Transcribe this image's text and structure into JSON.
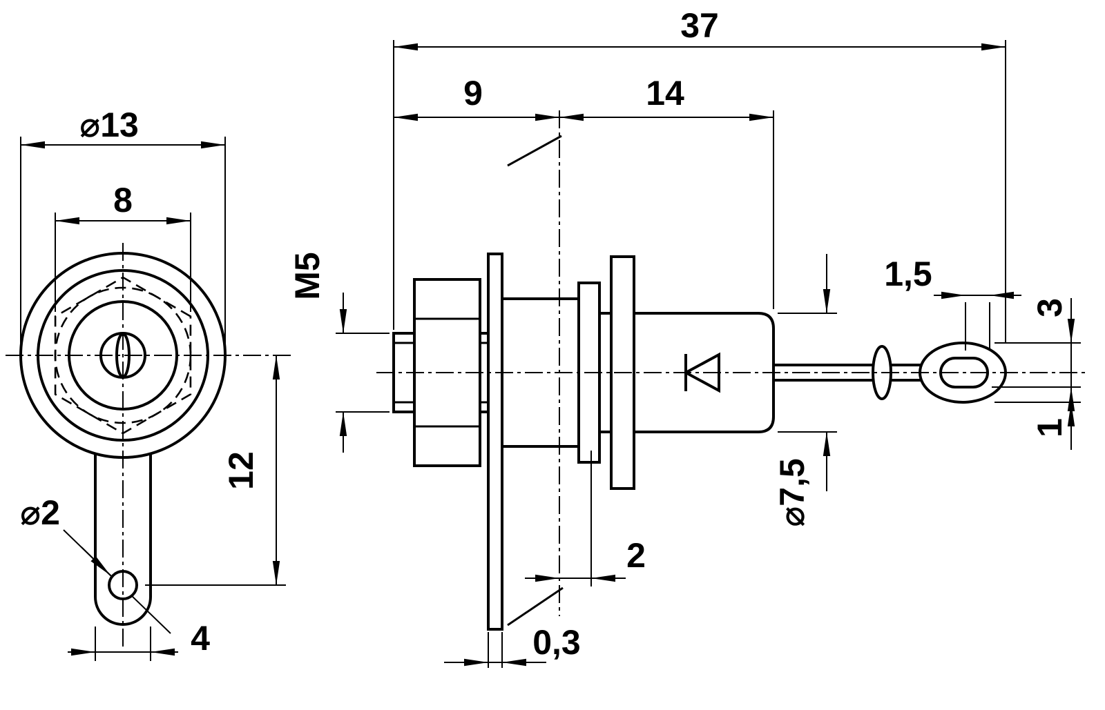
{
  "colors": {
    "ink": "#000000",
    "background": "#ffffff"
  },
  "front_view": {
    "outer_diameter": "⌀13",
    "hex_across_flats": "8",
    "lug_hole_diameter": "⌀2",
    "lug_length": "12",
    "lug_width": "4"
  },
  "side_view": {
    "overall_length": "37",
    "front_section_length": "9",
    "rear_section_length": "14",
    "thread_size": "M5",
    "body_diameter": "⌀7,5",
    "panel_clamp_length": "2",
    "plate_thickness": "0,3",
    "terminal_dim_a": "1,5",
    "terminal_hole_diameter": "3",
    "terminal_thickness": "1"
  }
}
